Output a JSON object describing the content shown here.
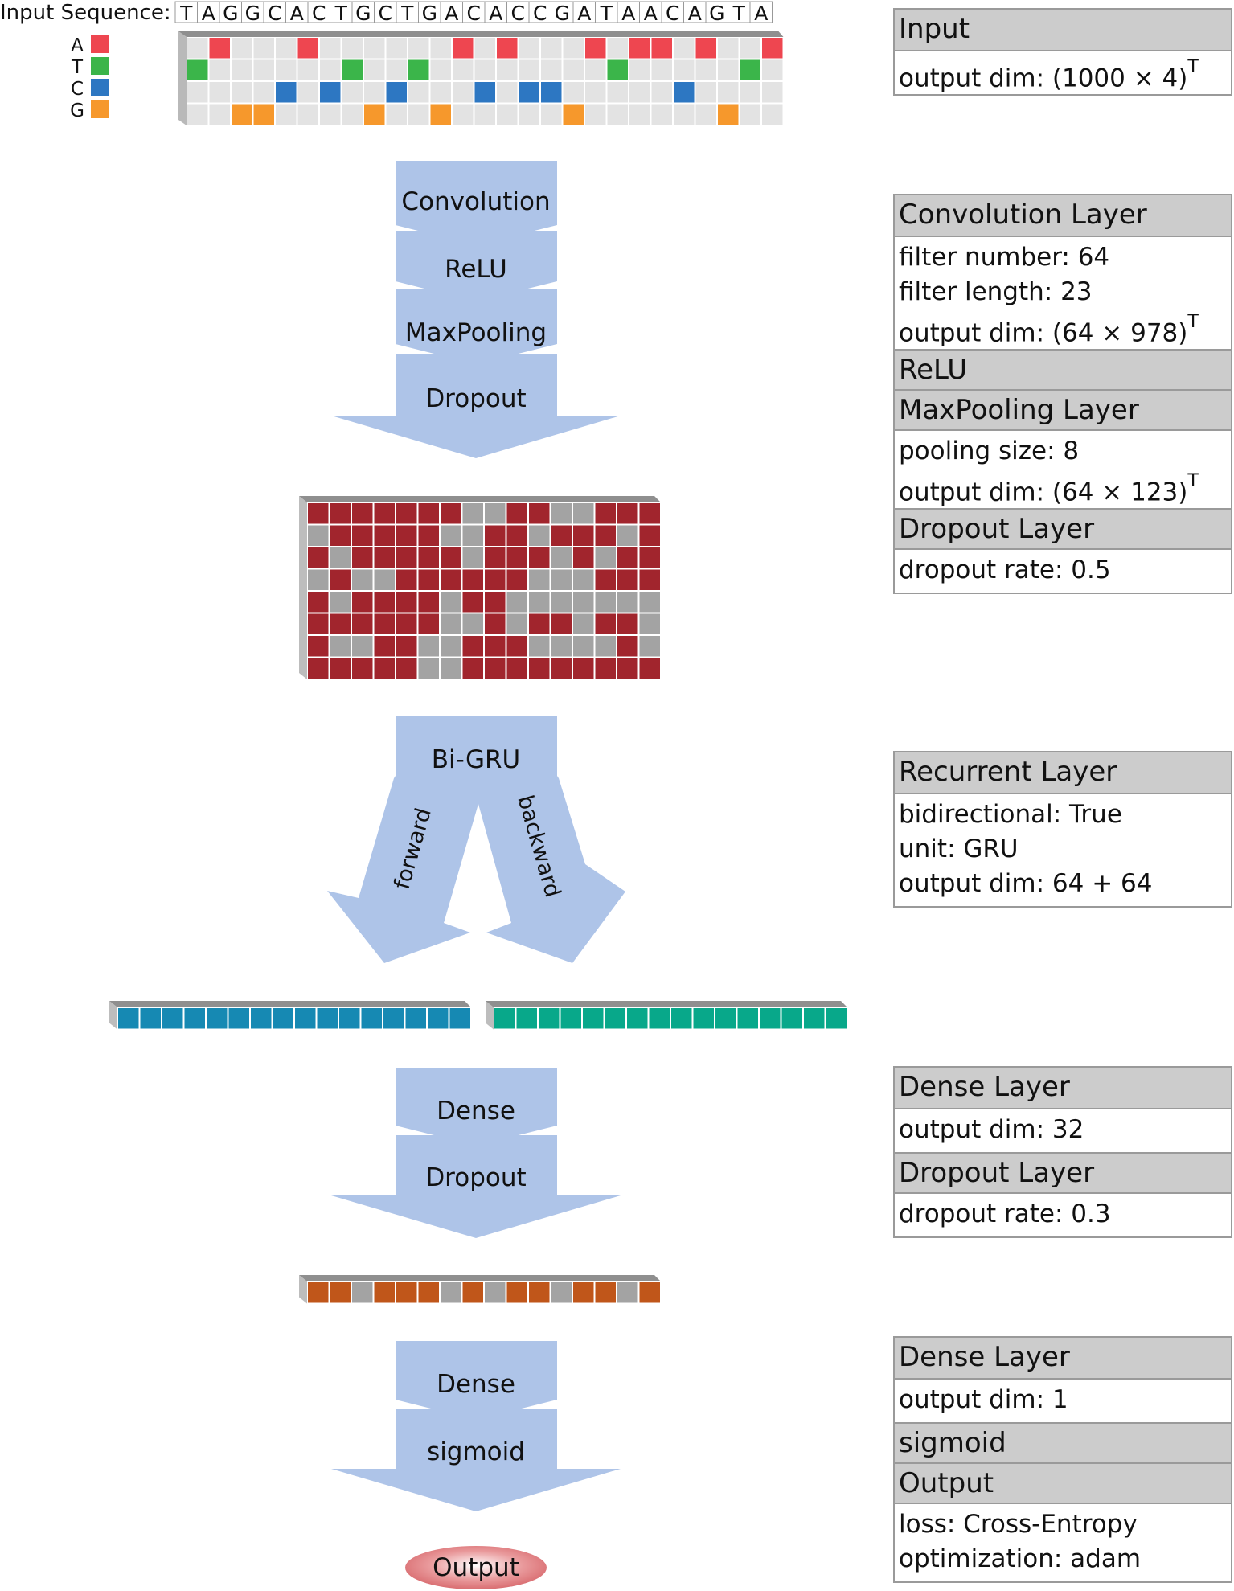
{
  "input": {
    "label": "Input Sequence:",
    "sequence": "TAGGCACTGCTGACACCGATAACAGTA",
    "legend": [
      {
        "base": "A",
        "color": "#ee4650"
      },
      {
        "base": "T",
        "color": "#3bb54a"
      },
      {
        "base": "C",
        "color": "#2d77c2"
      },
      {
        "base": "G",
        "color": "#f6982c"
      }
    ]
  },
  "colors": {
    "arrow": "#aec4e8",
    "cell_light": "#e3e3e3",
    "cell_gray": "#a3a3a3",
    "conv_red": "#a1252d",
    "gru_forward": "#1689b3",
    "gru_backward": "#08a88a",
    "dense_orange": "#c0561a",
    "output_oval": "#d66468"
  },
  "flow": {
    "block1": [
      "Convolution",
      "ReLU",
      "MaxPooling",
      "Dropout"
    ],
    "bigru": {
      "title": "Bi-GRU",
      "forward": "forward",
      "backward": "backward"
    },
    "block3": [
      "Dense",
      "Dropout"
    ],
    "block4": [
      "Dense",
      "sigmoid"
    ],
    "output": "Output"
  },
  "panels": [
    {
      "sections": [
        {
          "title": "Input",
          "lines": [
            {
              "text": "output dim: (1000 × 4)",
              "sup": "T"
            }
          ]
        }
      ]
    },
    {
      "sections": [
        {
          "title": "Convolution Layer",
          "lines": [
            {
              "text": "filter number: 64"
            },
            {
              "text": "filter length: 23"
            },
            {
              "text": "output dim: (64 × 978)",
              "sup": "T"
            }
          ]
        },
        {
          "title": "ReLU",
          "lines": []
        },
        {
          "title": "MaxPooling Layer",
          "lines": [
            {
              "text": "pooling size: 8"
            },
            {
              "text": "output dim: (64 × 123)",
              "sup": "T"
            }
          ]
        },
        {
          "title": "Dropout Layer",
          "lines": [
            {
              "text": "dropout rate: 0.5"
            }
          ]
        }
      ]
    },
    {
      "sections": [
        {
          "title": "Recurrent Layer",
          "lines": [
            {
              "text": "bidirectional: True"
            },
            {
              "text": "unit: GRU"
            },
            {
              "text": "output dim: 64 + 64"
            }
          ]
        }
      ]
    },
    {
      "sections": [
        {
          "title": "Dense Layer",
          "lines": [
            {
              "text": "output dim: 32"
            }
          ]
        },
        {
          "title": "Dropout Layer",
          "lines": [
            {
              "text": "dropout rate: 0.3"
            }
          ]
        }
      ]
    },
    {
      "sections": [
        {
          "title": "Dense Layer",
          "lines": [
            {
              "text": "output dim: 1"
            }
          ]
        },
        {
          "title": "sigmoid",
          "lines": []
        },
        {
          "title": "Output",
          "lines": [
            {
              "text": "loss: Cross-Entropy"
            },
            {
              "text": "optimization: adam"
            }
          ]
        }
      ]
    }
  ]
}
